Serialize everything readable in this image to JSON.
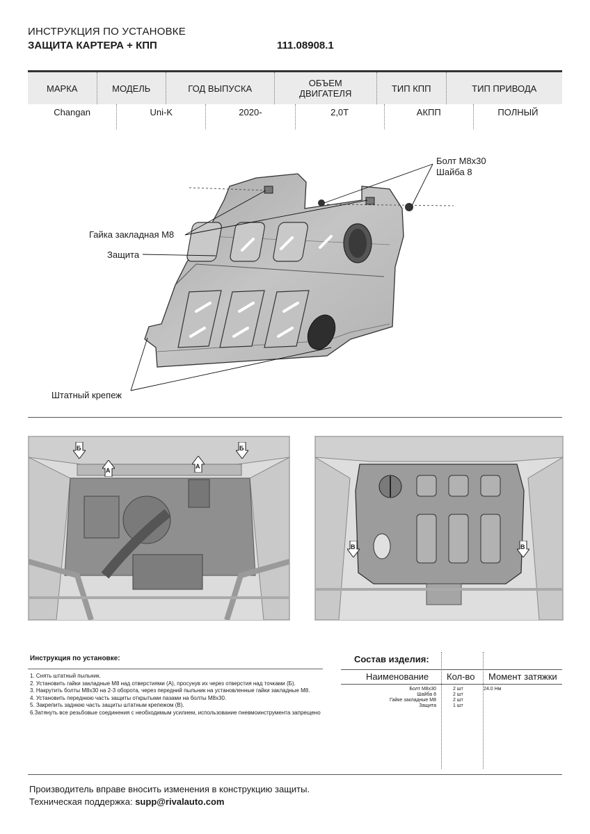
{
  "header": {
    "line1": "ИНСТРУКЦИЯ ПО УСТАНОВКЕ",
    "line2": "ЗАЩИТА КАРТЕРА + КПП",
    "code": "111.08908.1"
  },
  "spec_table": {
    "headers": [
      "МАРКА",
      "МОДЕЛЬ",
      "ГОД ВЫПУСКА",
      "ОБЪЕМ ДВИГАТЕЛЯ",
      "ТИП КПП",
      "ТИП ПРИВОДА"
    ],
    "values": [
      "Changan",
      "Uni-K",
      "2020-",
      "2,0T",
      "АКПП",
      "ПОЛНЫЙ"
    ]
  },
  "diagram_labels": {
    "bolt": "Болт М8х30",
    "washer": "Шайба 8",
    "nut": "Гайка закладная М8",
    "shield": "Защита",
    "fastener": "Штатный крепеж"
  },
  "photo_markers": {
    "a": "А",
    "b": "Б",
    "v": "В"
  },
  "instructions": {
    "title": "Инструкция по установке:",
    "steps": [
      "1. Снять штатный пыльник.",
      "2. Установить гайки закладные М8 над отверстиями (А), просунув их через отверстия над точками (Б).",
      "3. Накрутить болты М8х30 на 2-3 оборота, через передний пыльник на установленные гайки закладные М8.",
      "4. Установить переднюю часть защиты открытыми пазами на болты М8х30.",
      "5. Закрепить заднюю часть защиты штатным крепежом (В).",
      "6.Затянуть все резьбовые соединения с необходимым усилием, использование пневмоинструмента запрещено"
    ]
  },
  "composition": {
    "title": "Состав изделия:",
    "col_name": "Наименование",
    "col_qty": "Кол-во",
    "col_torque": "Момент затяжки",
    "items": [
      {
        "name": "Болт М8х30",
        "qty": "2 шт",
        "torque": "24.0 Нм"
      },
      {
        "name": "Шайба 8",
        "qty": "2 шт",
        "torque": ""
      },
      {
        "name": "Гайке закладные М8",
        "qty": "2 шт",
        "torque": ""
      },
      {
        "name": "Защита",
        "qty": "1 шт",
        "torque": ""
      }
    ]
  },
  "footer": {
    "line1": "Производитель вправе вносить изменения в конструкцию защиты.",
    "support_label": "Техническая поддержка: ",
    "support_email": "supp@rivalauto.com"
  }
}
